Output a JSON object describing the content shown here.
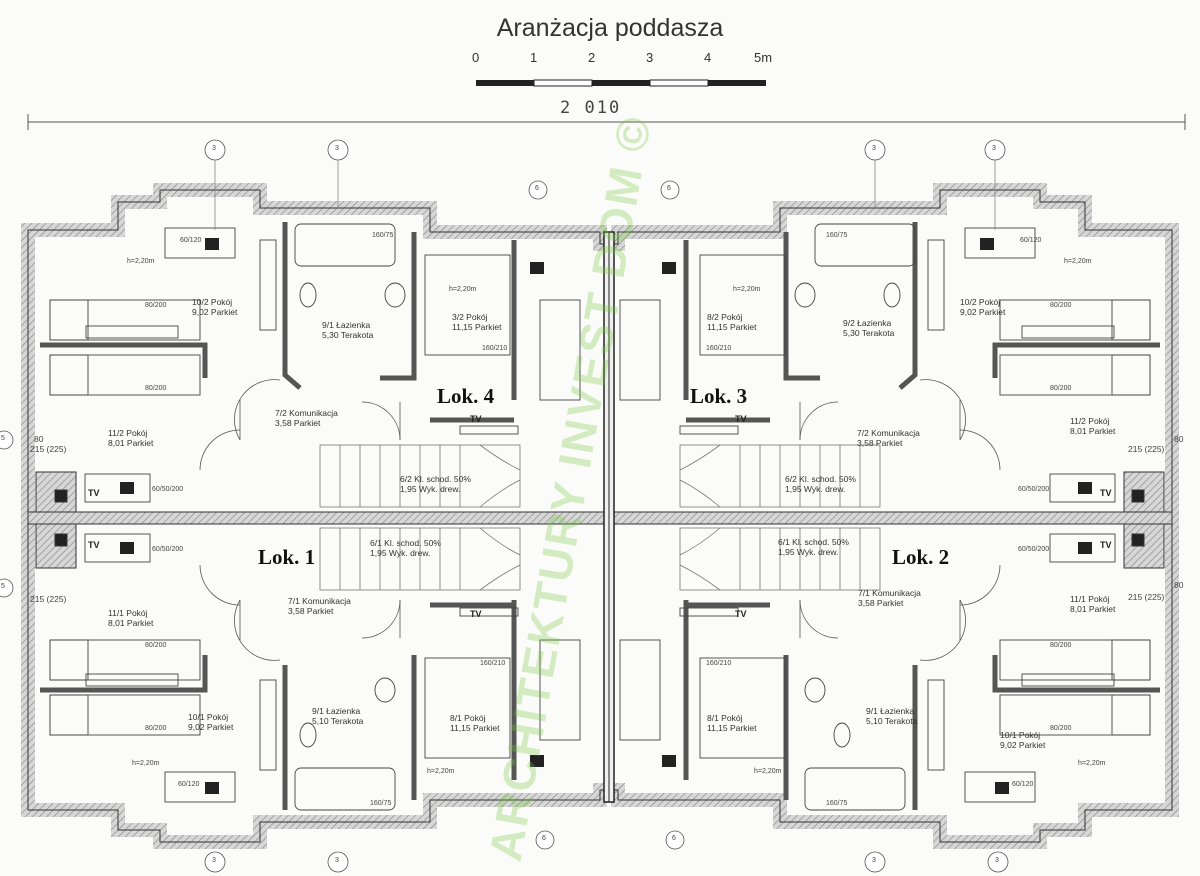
{
  "title": "Aranżacja poddasza",
  "scale": {
    "labels": [
      "0",
      "1",
      "2",
      "3",
      "4",
      "5m"
    ]
  },
  "overall_dimension": "2 010",
  "watermark": "ARCHITEKTURY INVEST DOM ©",
  "units": [
    "Lok. 4",
    "Lok. 3",
    "Lok. 1",
    "Lok. 2"
  ],
  "rooms": {
    "r10_2": [
      "10/2 Pokój",
      "9,02 Parkiet"
    ],
    "r9_1_top": [
      "9/1 Łazienka",
      "5,30 Terakota"
    ],
    "r3_2": [
      "3/2 Pokój",
      "11,15 Parkiet"
    ],
    "r8_2": [
      "8/2 Pokój",
      "11,15 Parkiet"
    ],
    "r9_2": [
      "9/2 Łazienka",
      "5,30 Terakota"
    ],
    "r10_2b": [
      "10/2 Pokój",
      "9,02 Parkiet"
    ],
    "r11_2": [
      "11/2 Pokój",
      "8,01 Parkiet"
    ],
    "r7_2": [
      "7/2 Komunikacja",
      "3,58 Parkiet"
    ],
    "r7_2b": [
      "7/2 Komunikacja",
      "3,58 Parkiet"
    ],
    "r11_2b": [
      "11/2 Pokój",
      "8,01 Parkiet"
    ],
    "r6_2": [
      "6/2 Kl. schod. 50%",
      "1,95 Wyk. drew."
    ],
    "r6_2b": [
      "6/2 Kl. schod. 50%",
      "1,95 Wyk. drew."
    ],
    "r6_1": [
      "6/1 Kl. schod. 50%",
      "1,95 Wyk. drew."
    ],
    "r6_1b": [
      "6/1 Kl. schod. 50%",
      "1,95 Wyk. drew."
    ],
    "r11_1": [
      "11/1 Pokój",
      "8,01 Parkiet"
    ],
    "r7_1": [
      "7/1 Komunikacja",
      "3,58 Parkiet"
    ],
    "r7_1b": [
      "7/1 Komunikacja",
      "3,58 Parkiet"
    ],
    "r11_1b": [
      "11/1 Pokój",
      "8,01 Parkiet"
    ],
    "r10_1": [
      "10/1 Pokój",
      "9,02 Parkiet"
    ],
    "r9_1a": [
      "9/1 Łazienka",
      "5,10 Terakota"
    ],
    "r8_1": [
      "8/1 Pokój",
      "11,15 Parkiet"
    ],
    "r8_1b": [
      "8/1 Pokój",
      "11,15 Parkiet"
    ],
    "r9_1b": [
      "9/1 Łazienka",
      "5,10 Terakota"
    ],
    "r10_1b": [
      "10/1 Pokój",
      "9,02 Parkiet"
    ]
  },
  "tv_label": "TV",
  "heights": {
    "h220": "h=2,20m"
  },
  "side_dims": {
    "d215": "215 (225)",
    "d80": "80"
  },
  "axis_marks": {
    "m3": "3",
    "m5": "5",
    "m6": "6"
  },
  "furniture": {
    "desk": "60/120",
    "bed": "80/200",
    "tub": "160/75",
    "bed2": "160/210",
    "wardrobe": "60/50/200"
  },
  "colors": {
    "wall": "#9a9a9a",
    "line": "#333333",
    "watermark": "#78c83c"
  }
}
